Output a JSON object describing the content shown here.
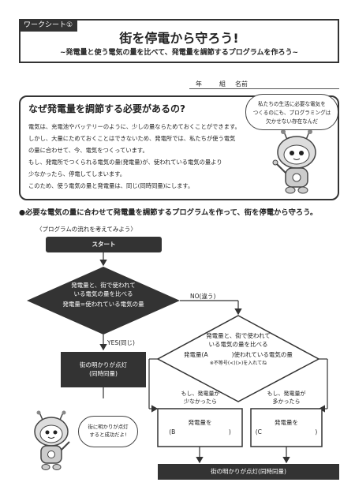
{
  "header": {
    "tag": "ワークシート①",
    "title": "街を停電から守ろう!",
    "subtitle": "~発電量と使う電気の量を比べて、発電量を調節するプログラムを作ろう~"
  },
  "name_row": {
    "year": "年",
    "class": "組",
    "name": "名前"
  },
  "intro": {
    "question": "なぜ発電量を調節する必要があるの?",
    "lines": [
      "電気は、充電池やバッテリーのように、少しの量ならためておくことができます。",
      "しかし、大量にためておくことはできないため、発電所では、私たちが使う電気",
      "の量に合わせて、今、電気をつくっています。",
      "もし、発電所でつくられる電気の量(発電量)が、使われている電気の量より",
      "少なかったら、停電してしまいます。",
      "このため、使う電気の量と発電量は、同じ(同時同量)にします。"
    ],
    "bubble": [
      "私たちの生活に必要な電気を",
      "つくるのにも、プログラミングは",
      "欠かせない存在なんだ"
    ]
  },
  "lead": "●必要な電気の量に合わせて発電量を調節するプログラムを作って、街を停電から守ろう。",
  "flow": {
    "heading": "〈プログラムの流れを考えてみよう〉",
    "start": "スタート",
    "decision1": [
      "発電量と、街で使われて",
      "いる電気の量を比べる",
      "発電量=使われている電気の量"
    ],
    "no_label": "NO(違う)",
    "yes_label": "YES(同じ)",
    "yes_result": [
      "街の明かりが点灯",
      "(同時同量)"
    ],
    "decision2": [
      "発電量と、街で使われて",
      "いる電気の量を比べる",
      "発電量(A　　　　)使われている電気の量",
      "※不等号(<)(>)を入れてね"
    ],
    "branch_less": [
      "もし、発電量が",
      "少なかったら"
    ],
    "branch_more": [
      "もし、発電量が",
      "多かったら"
    ],
    "box_b": [
      "発電量を",
      "(B　　　　　　　　　)"
    ],
    "box_c": [
      "発電量を",
      "(C　　　　　　　　　)"
    ],
    "end": "街の明かりが点灯(同時同量)",
    "mascot_bubble": [
      "街に明かりが点灯",
      "すると成功だよ!"
    ]
  },
  "colors": {
    "dark": "#333333",
    "line": "#444444"
  }
}
